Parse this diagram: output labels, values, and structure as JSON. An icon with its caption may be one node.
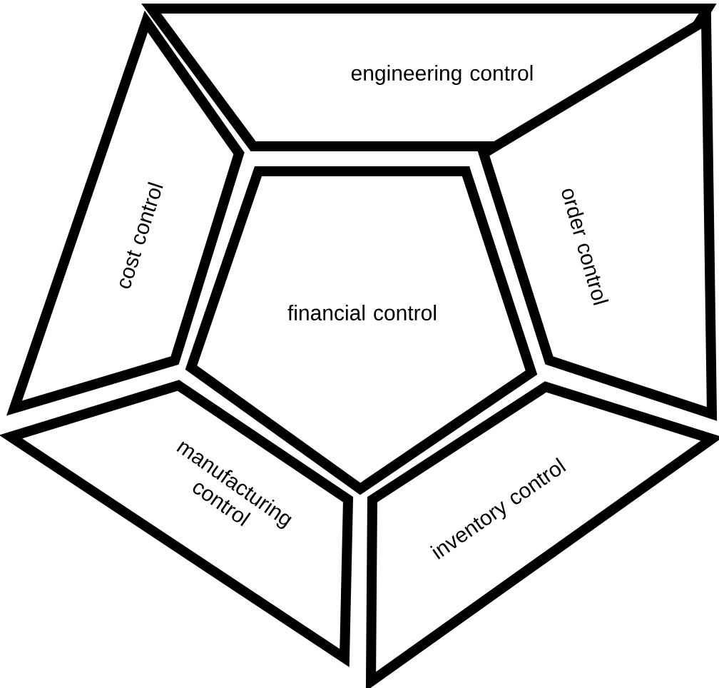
{
  "diagram": {
    "nodes": [
      {
        "text": [
          "engineering control"
        ]
      },
      {
        "text": [
          "cost control"
        ]
      },
      {
        "text": [
          "order control"
        ]
      },
      {
        "text": [
          "financial control"
        ]
      },
      {
        "text": [
          "manufacturing control"
        ]
      },
      {
        "text": [
          "inventory control"
        ]
      }
    ]
  }
}
